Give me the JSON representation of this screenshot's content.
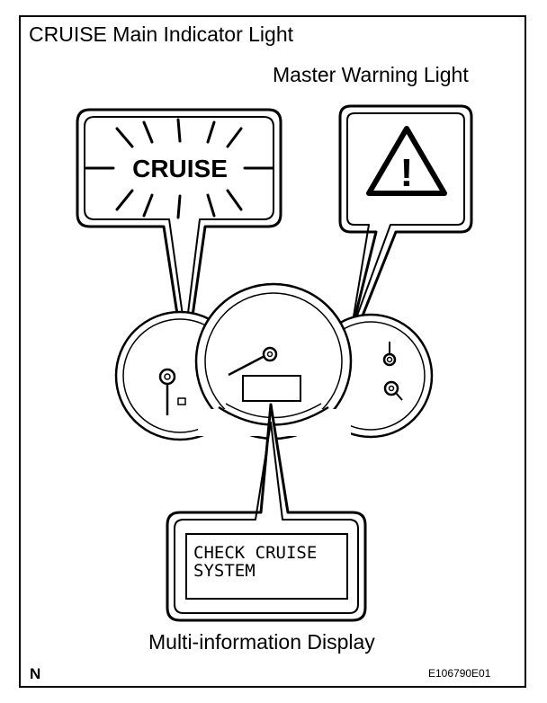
{
  "labels": {
    "cruise_main_indicator": "CRUISE Main Indicator Light",
    "master_warning": "Master Warning Light",
    "multi_info_display": "Multi-information Display",
    "corner_mark": "N",
    "figure_code": "E106790E01"
  },
  "callouts": {
    "cruise_word": "CRUISE",
    "warning_symbol": "!",
    "lcd_line1": "CHECK CRUISE",
    "lcd_line2": "SYSTEM"
  }
}
